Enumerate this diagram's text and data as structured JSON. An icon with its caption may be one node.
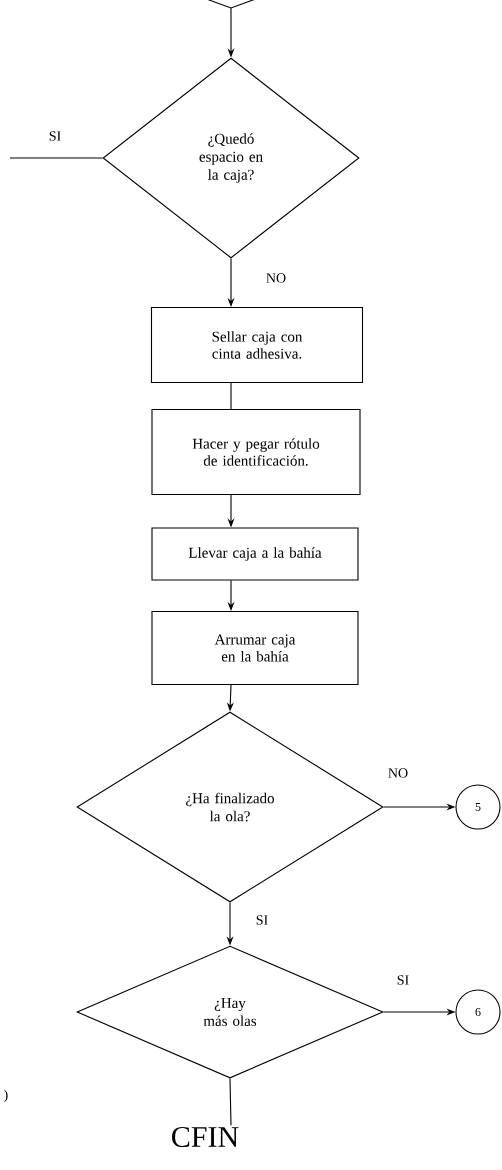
{
  "diagram": {
    "nodes": [
      {
        "text": [
          "¿Quedó espacio en la caja?"
        ]
      },
      {
        "text": [
          "Sellar caja con cinta adhesiva."
        ]
      },
      {
        "text": [
          "Hacer y pegar rótulo de identificación."
        ]
      },
      {
        "text": [
          "Llevar caja a la bahía"
        ]
      },
      {
        "text": [
          "Arrumar caja en la bahía"
        ]
      },
      {
        "text": [
          "¿Ha finalizado la ola?"
        ]
      },
      {
        "text": [
          "5"
        ]
      },
      {
        "text": [
          "¿Hay más olas"
        ]
      },
      {
        "text": [
          "6"
        ]
      },
      {
        "text": [
          "CFIN"
        ]
      }
    ],
    "edges": [
      {
        "from": null,
        "to": 0,
        "arrow": "to"
      },
      {
        "from": 0,
        "to": null,
        "arrow": "none",
        "label": "SI"
      },
      {
        "from": 0,
        "to": 1,
        "arrow": "to",
        "label": "NO"
      },
      {
        "from": 1,
        "to": 2,
        "arrow": "none"
      },
      {
        "from": 2,
        "to": 3,
        "arrow": "to"
      },
      {
        "from": 3,
        "to": 4,
        "arrow": "to"
      },
      {
        "from": 4,
        "to": 5,
        "arrow": "to"
      },
      {
        "from": 5,
        "to": 6,
        "arrow": "to",
        "label": "NO"
      },
      {
        "from": 5,
        "to": 7,
        "arrow": "to",
        "label": "SI"
      },
      {
        "from": 7,
        "to": 8,
        "arrow": "to",
        "label": "SI"
      },
      {
        "from": 7,
        "to": 9,
        "arrow": "none"
      }
    ],
    "labels": [
      ")"
    ]
  }
}
